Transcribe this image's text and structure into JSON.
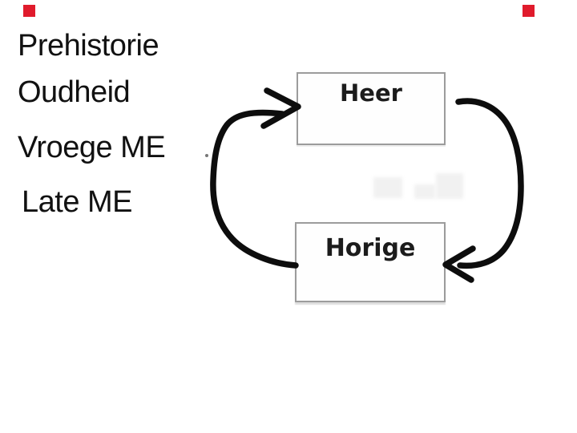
{
  "slide": {
    "background_color": "#ffffff",
    "markers": {
      "color": "#e01b2c",
      "left_visible": true,
      "right_visible": true
    }
  },
  "timeline": {
    "text_color": "#111111",
    "items": [
      {
        "label": "Prehistorie"
      },
      {
        "label": "Oudheid"
      },
      {
        "label": "Vroege ME"
      },
      {
        "label": "Late ME"
      }
    ]
  },
  "diagram": {
    "type": "cycle",
    "nodes": [
      {
        "id": "heer",
        "label": "Heer"
      },
      {
        "id": "horige",
        "label": "Horige"
      }
    ],
    "arrows": [
      {
        "name": "left-arrow",
        "from": "horige",
        "to": "heer",
        "direction": "up"
      },
      {
        "name": "right-arrow",
        "from": "heer",
        "to": "horige",
        "direction": "down"
      }
    ],
    "node_border_color": "#9c9c9c",
    "node_text_color": "#1c1c1c",
    "arrow_color": "#0d0d0d"
  }
}
